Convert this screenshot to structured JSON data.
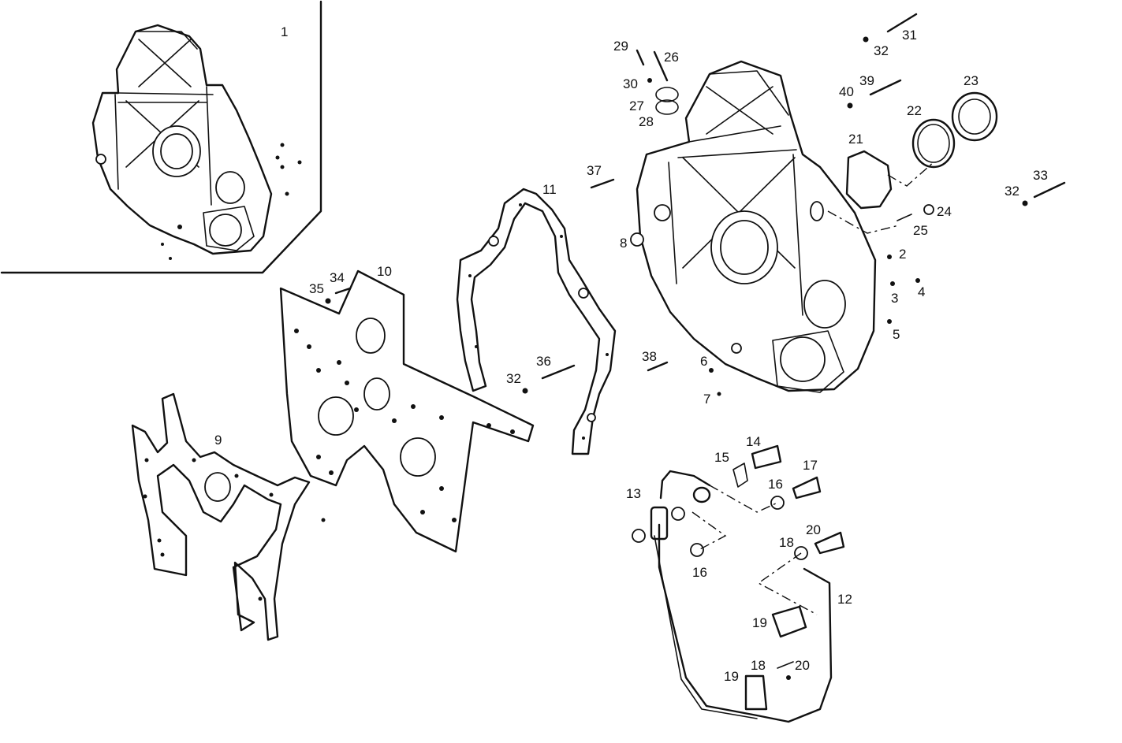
{
  "diagram": {
    "type": "exploded-parts-view",
    "callouts": [
      {
        "id": "c1",
        "text": "1"
      },
      {
        "id": "c2",
        "text": "2"
      },
      {
        "id": "c3",
        "text": "3"
      },
      {
        "id": "c4",
        "text": "4"
      },
      {
        "id": "c5",
        "text": "5"
      },
      {
        "id": "c6",
        "text": "6"
      },
      {
        "id": "c7",
        "text": "7"
      },
      {
        "id": "c8",
        "text": "8"
      },
      {
        "id": "c9",
        "text": "9"
      },
      {
        "id": "c10",
        "text": "10"
      },
      {
        "id": "c11",
        "text": "11"
      },
      {
        "id": "c12",
        "text": "12"
      },
      {
        "id": "c13",
        "text": "13"
      },
      {
        "id": "c14",
        "text": "14"
      },
      {
        "id": "c15",
        "text": "15"
      },
      {
        "id": "c16a",
        "text": "16"
      },
      {
        "id": "c16b",
        "text": "16"
      },
      {
        "id": "c17",
        "text": "17"
      },
      {
        "id": "c18a",
        "text": "18"
      },
      {
        "id": "c18b",
        "text": "18"
      },
      {
        "id": "c19a",
        "text": "19"
      },
      {
        "id": "c19b",
        "text": "19"
      },
      {
        "id": "c20a",
        "text": "20"
      },
      {
        "id": "c20b",
        "text": "20"
      },
      {
        "id": "c21",
        "text": "21"
      },
      {
        "id": "c22",
        "text": "22"
      },
      {
        "id": "c23",
        "text": "23"
      },
      {
        "id": "c24",
        "text": "24"
      },
      {
        "id": "c25",
        "text": "25"
      },
      {
        "id": "c26",
        "text": "26"
      },
      {
        "id": "c27",
        "text": "27"
      },
      {
        "id": "c28",
        "text": "28"
      },
      {
        "id": "c29",
        "text": "29"
      },
      {
        "id": "c30",
        "text": "30"
      },
      {
        "id": "c31",
        "text": "31"
      },
      {
        "id": "c32a",
        "text": "32"
      },
      {
        "id": "c32b",
        "text": "32"
      },
      {
        "id": "c32c",
        "text": "32"
      },
      {
        "id": "c33",
        "text": "33"
      },
      {
        "id": "c34",
        "text": "34"
      },
      {
        "id": "c35",
        "text": "35"
      },
      {
        "id": "c36",
        "text": "36"
      },
      {
        "id": "c37",
        "text": "37"
      },
      {
        "id": "c38",
        "text": "38"
      },
      {
        "id": "c39",
        "text": "39"
      },
      {
        "id": "c40",
        "text": "40"
      }
    ]
  }
}
